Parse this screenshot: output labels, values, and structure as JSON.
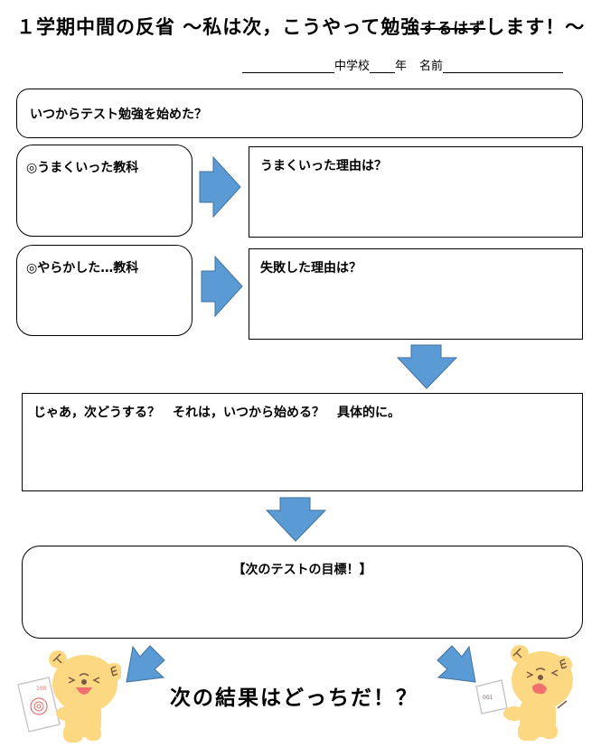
{
  "header": {
    "title_main": "１学期中間の反省 ～私は次，こうやって勉強",
    "title_struck": "するはず",
    "title_end": "します！～"
  },
  "name_line": {
    "school_label": "中学校",
    "grade_label": "年",
    "name_label": "名前"
  },
  "boxes": {
    "start_question": "いつからテスト勉強を始めた？",
    "good_subject": "◎うまくいった教科",
    "good_reason": "うまくいった理由は？",
    "bad_subject": "◎やらかした…教科",
    "bad_reason": "失敗した理由は？",
    "next_plan": "じゃあ，次どうする？　それは，いつから始める？　具体的に。",
    "next_goal": "【次のテストの目標！】"
  },
  "footer": {
    "question": "次の結果はどっちだ！？",
    "left_paper_score": "100",
    "right_paper_score": "001"
  },
  "colors": {
    "arrow_fill": "#5b9bd5",
    "arrow_stroke": "#41719c",
    "bear_fill": "#fdd882",
    "bear_mouth": "#f07070",
    "bear_feature": "#7a5a40"
  }
}
